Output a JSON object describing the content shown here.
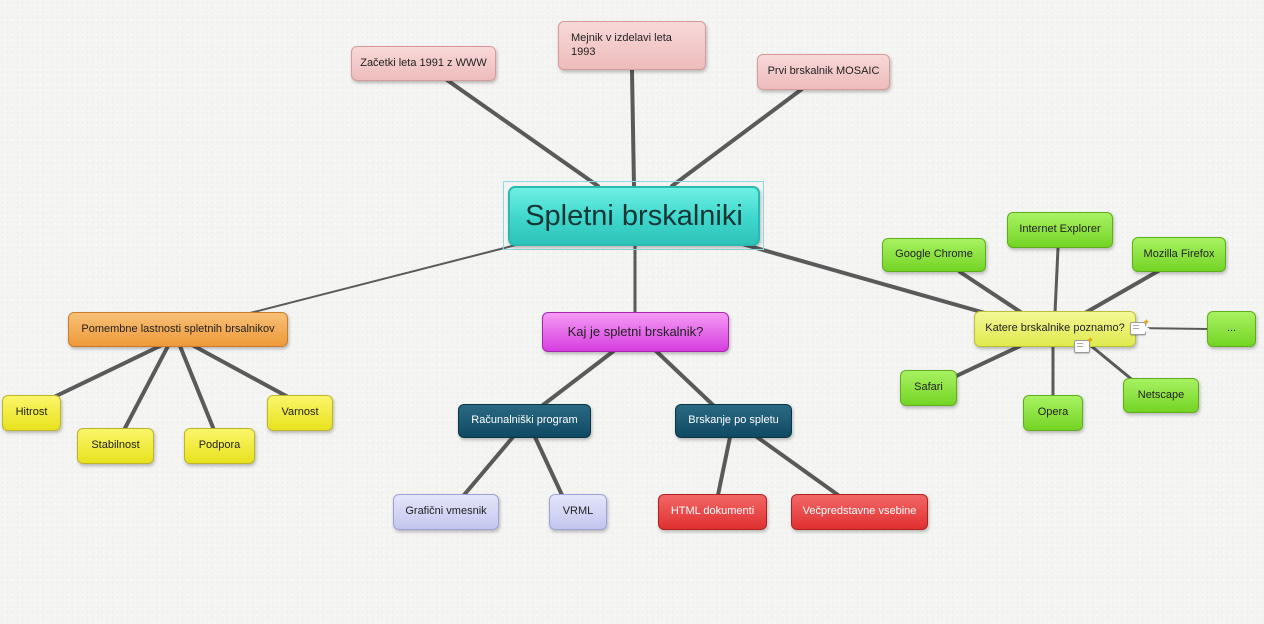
{
  "central": {
    "label": "Spletni brskalniki"
  },
  "history": {
    "items": [
      "Začetki leta 1991 z WWW",
      "Mejnik v izdelavi leta 1993",
      "Prvi brskalnik MOSAIC"
    ]
  },
  "properties": {
    "label": "Pomembne lastnosti spletnih brsalnikov",
    "items": [
      "Hitrost",
      "Stabilnost",
      "Podpora",
      "Varnost"
    ]
  },
  "definition": {
    "label": "Kaj je spletni brskalnik?",
    "program": {
      "label": "Računalniški program",
      "items": [
        "Grafični vmesnik",
        "VRML"
      ]
    },
    "browsing": {
      "label": "Brskanje po spletu",
      "items": [
        "HTML dokumenti",
        "Večpredstavne vsebine"
      ]
    }
  },
  "known": {
    "label": "Katere brskalnike poznamo?",
    "items": [
      "Google Chrome",
      "Internet Explorer",
      "Mozilla Firefox",
      "...",
      "Netscape",
      "Opera",
      "Safari"
    ]
  },
  "icons": {
    "note": "note-icon",
    "spark": "✦"
  },
  "colors": {
    "central": "#3ed6cc",
    "history": "#eebcbc",
    "properties": "#ee9a3a",
    "property_items": "#e8e21e",
    "definition": "#d63ee0",
    "subtopics": "#0f4a62",
    "program_items": "#c3c6ee",
    "browsing_items": "#e03030",
    "known": "#e0ea4e",
    "browsers": "#74d424"
  }
}
